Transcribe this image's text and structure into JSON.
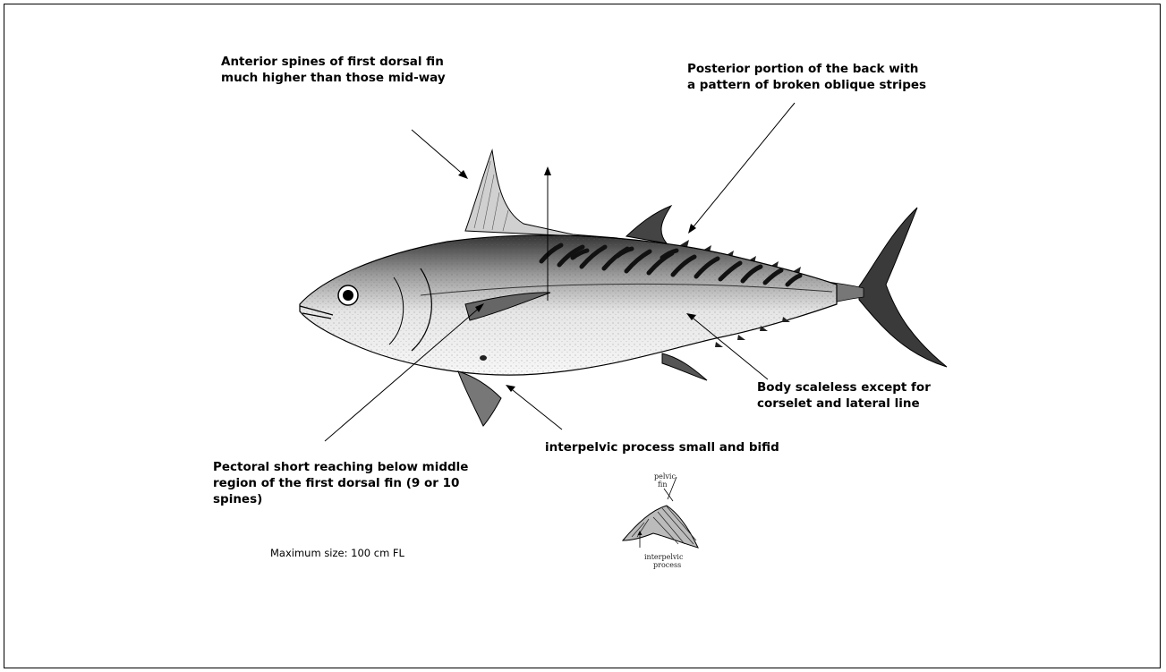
{
  "labels": {
    "dorsal_spines": [
      "Anterior spines of first dorsal fin",
      "much higher than those mid-way"
    ],
    "back_stripes": [
      "Posterior portion of the back with",
      "a pattern of broken oblique stripes"
    ],
    "body_scaleless": [
      "Body scaleless except for",
      "corselet and lateral line"
    ],
    "interpelvic": "interpelvic process small and bifid",
    "pectoral": [
      "Pectoral short reaching below middle",
      "region of the first dorsal fin (9 or 10",
      "spines)"
    ],
    "max_size": "Maximum size: 100 cm FL"
  },
  "inset": {
    "pelvic_label": [
      "pelvic",
      "fin"
    ],
    "process_label": [
      "interpelvic",
      "process"
    ]
  },
  "colors": {
    "ink": "#000000",
    "background": "#ffffff",
    "body_shade": "#d9d9d9"
  }
}
